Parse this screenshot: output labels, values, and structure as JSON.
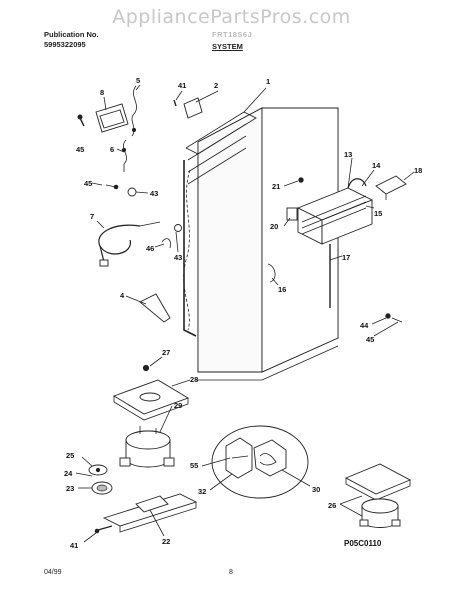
{
  "watermark": "AppliancePartsPros.com",
  "header": {
    "publication_label": "Publication No.",
    "publication_number": "5995322095",
    "model": "FRT18S6J",
    "section_title": "SYSTEM"
  },
  "footer": {
    "date": "04/99",
    "page": "8"
  },
  "figure_code": "P05C0110",
  "callouts": {
    "c1": "1",
    "c2": "2",
    "c4": "4",
    "c5": "5",
    "c6": "6",
    "c7": "7",
    "c8": "8",
    "c13": "13",
    "c14": "14",
    "c15": "15",
    "c16": "16",
    "c17": "17",
    "c18": "18",
    "c20": "20",
    "c21": "21",
    "c22": "22",
    "c23": "23",
    "c24": "24",
    "c25": "25",
    "c26a": "26",
    "c26b": "26",
    "c27": "27",
    "c29": "29",
    "c30": "30",
    "c32": "32",
    "c41a": "41",
    "c41b": "41",
    "c43a": "43",
    "c43b": "43",
    "c44": "44",
    "c45a": "45",
    "c45b": "45",
    "c45c": "45",
    "c46": "46",
    "c55": "55"
  }
}
